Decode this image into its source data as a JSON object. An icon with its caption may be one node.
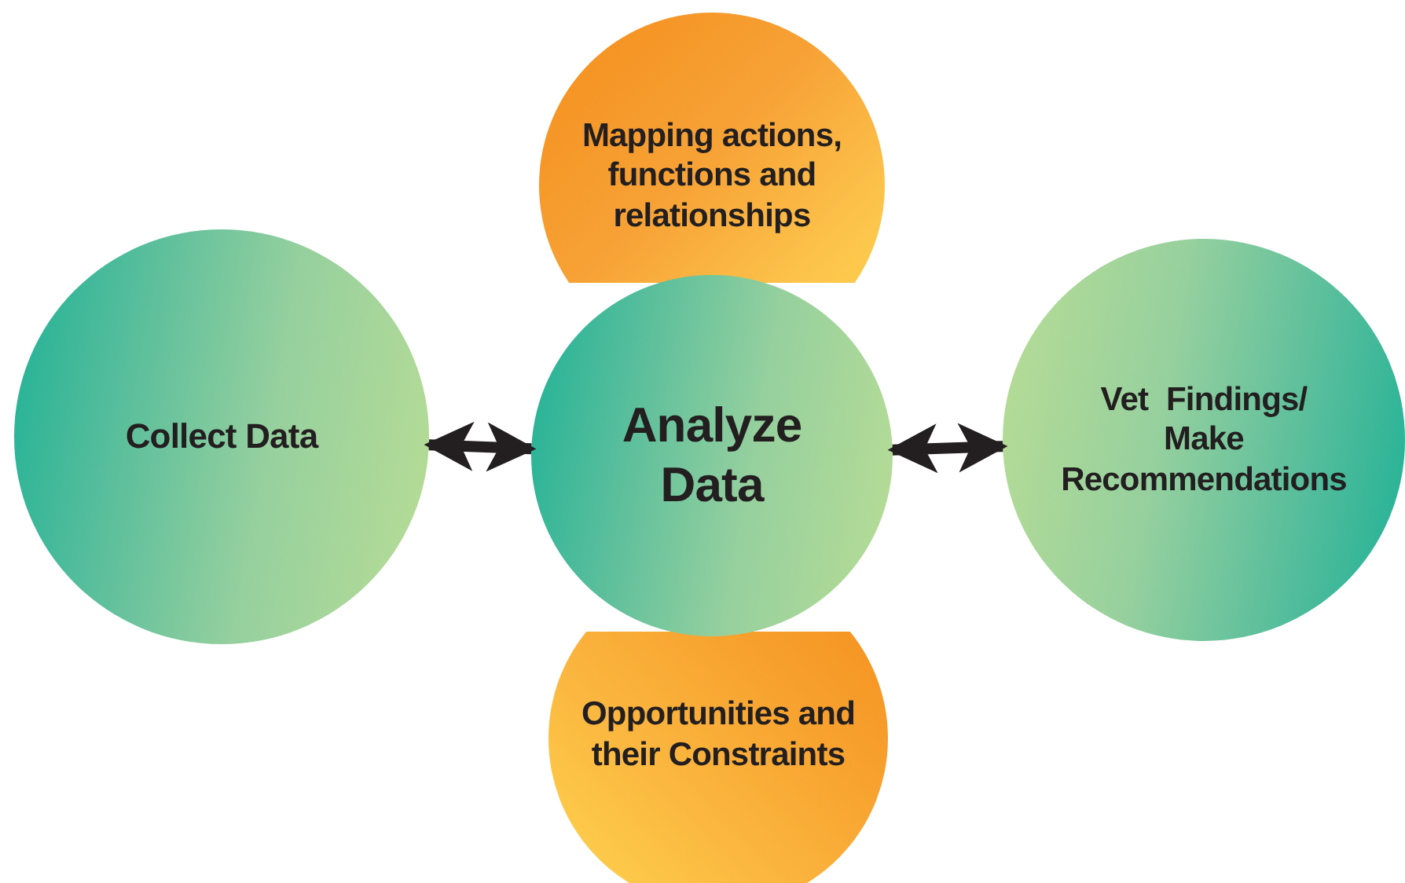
{
  "diagram": {
    "nodes": [
      {
        "text": [
          "Mapping actions, functions and relationships"
        ]
      },
      {
        "text": [
          "Collect Data"
        ]
      },
      {
        "text": [
          "Analyze Data"
        ]
      },
      {
        "text": [
          "Vet Findings/ Make Recommendations"
        ]
      },
      {
        "text": [
          "Opportunities and their Constraints"
        ]
      }
    ],
    "edges": [
      {
        "from": 1,
        "to": 2,
        "arrow": "both"
      },
      {
        "from": 2,
        "to": 3,
        "arrow": "both"
      }
    ]
  }
}
